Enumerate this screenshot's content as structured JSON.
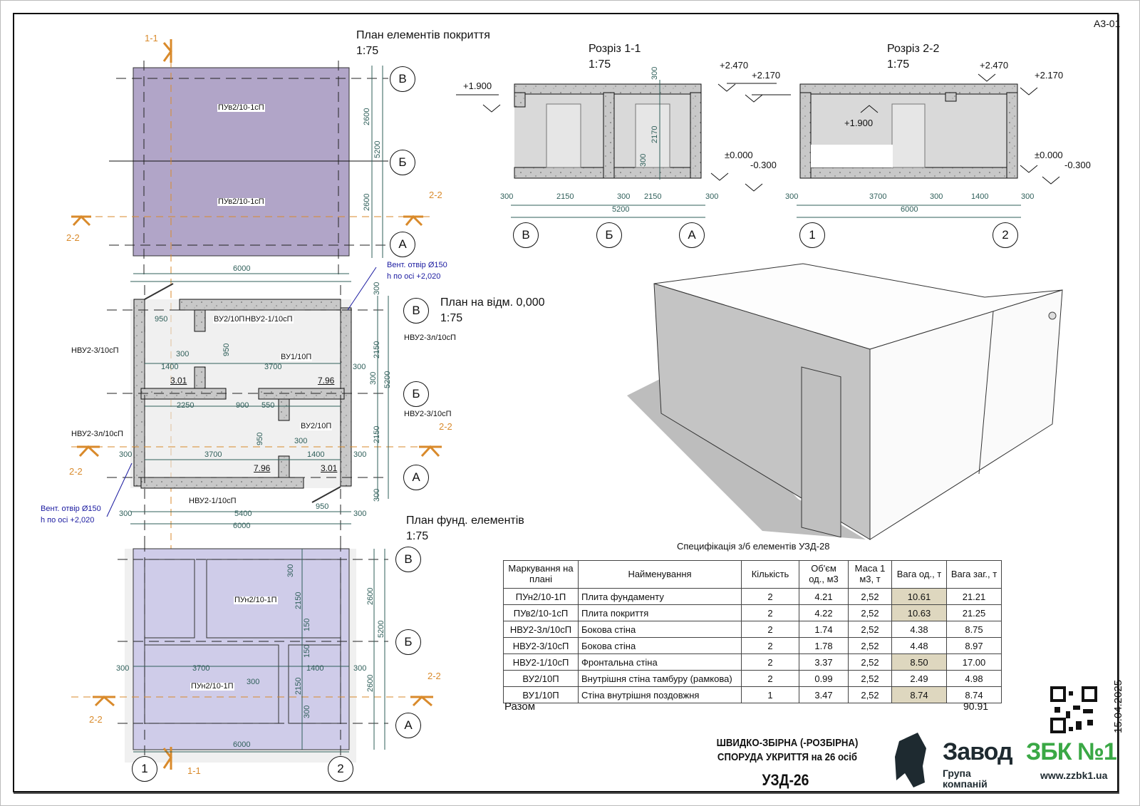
{
  "sheet_id": "А3-01",
  "colors": {
    "roof_plate": "#b1a5c8",
    "foundation_plate": "#cfcce9",
    "concrete": "#c8c8c8",
    "cut_line": "#d98a2b",
    "dimension": "#2f5f5a",
    "note": "#1a1aa0",
    "highlight": "#ded7bf",
    "brand_green": "#3aa845",
    "brand_dark": "#1e2a30"
  },
  "roof_plan": {
    "title": "План елементів покриття",
    "scale": "1:75",
    "plates": [
      "ПУв2/10-1сП",
      "ПУв2/10-1сП"
    ],
    "dims": {
      "width": "6000",
      "upper": "2600",
      "lower": "2600",
      "total": "5200"
    },
    "axes": [
      "В",
      "Б",
      "А"
    ],
    "cuts": {
      "c11": "1-1",
      "c22a": "2-2",
      "c22b": "2-2"
    }
  },
  "floor_plan": {
    "title": "План на відм. 0,000",
    "scale": "1:75",
    "vent_note_top": [
      "Вент. отвір Ø150",
      "h по осі +2,020"
    ],
    "vent_note_bottom": [
      "Вент. отвір Ø150",
      "h по осі +2,020"
    ],
    "walls": {
      "front_top": "НВУ2-1/10сП",
      "front_bottom": "НВУ2-1/10сП",
      "left_top": "НВУ2-3/10сП",
      "left_bottom": "НВУ2-3л/10сП",
      "right_top": "НВУ2-3л/10сП",
      "right_bottom": "НВУ2-3/10сП",
      "inner_top": "ВУ2/10П",
      "inner_bottom": "ВУ2/10П",
      "longitudinal": "ВУ1/10П"
    },
    "areas": [
      "3.01",
      "7.96",
      "7.96",
      "3.01"
    ],
    "dims": {
      "d950a": "950",
      "d950b": "950",
      "d950c": "950",
      "d950d": "950",
      "d300a": "300",
      "d1400a": "1400",
      "d3700a": "3700",
      "d300b": "300",
      "d2250": "2250",
      "d900": "900",
      "d550": "550",
      "d300c": "300",
      "d3700b": "3700",
      "d300d": "300",
      "d1400b": "1400",
      "d300e": "300",
      "b300a": "300",
      "b5400": "5400",
      "b300b": "300",
      "b6000": "6000",
      "t6000": "6000",
      "r300a": "300",
      "r2150a": "2150",
      "r300b": "300",
      "r5200": "5200",
      "r2150b": "2150",
      "r300c": "300"
    },
    "axes": [
      "В",
      "Б",
      "А"
    ],
    "cuts": {
      "c22a": "2-2",
      "c22b": "2-2"
    }
  },
  "foundation_plan": {
    "title": "План фунд. елементів",
    "scale": "1:75",
    "plates": [
      "ПУн2/10-1П",
      "ПУн2/10-1П"
    ],
    "dims": {
      "v300a": "300",
      "v2150a": "2150",
      "v150a": "150",
      "v150b": "150",
      "v2150b": "2150",
      "v300b": "300",
      "h300a": "300",
      "h3700": "3700",
      "h300b": "300",
      "h1400": "1400",
      "h300c": "300",
      "width": "6000",
      "upper": "2600",
      "lower": "2600",
      "total": "5200"
    },
    "axes_rows": [
      "В",
      "Б",
      "А"
    ],
    "axes_cols": [
      "1",
      "2"
    ],
    "cuts": {
      "c11": "1-1",
      "c22a": "2-2",
      "c22b": "2-2"
    }
  },
  "section_1": {
    "title": "Розріз 1-1",
    "scale": "1:75",
    "levels": {
      "l1900": "+1.900",
      "l2470": "+2.470",
      "l2170": "+2.170",
      "l0": "±0.000",
      "lm300": "-0.300"
    },
    "dims": {
      "v300a": "300",
      "v2170": "2170",
      "v300b": "300",
      "h300a": "300",
      "h2150a": "2150",
      "h300b": "300",
      "h2150b": "2150",
      "h300c": "300",
      "total": "5200"
    },
    "axes": [
      "В",
      "Б",
      "А"
    ]
  },
  "section_2": {
    "title": "Розріз 2-2",
    "scale": "1:75",
    "levels": {
      "l2470": "+2.470",
      "l2170": "+2.170",
      "l1900": "+1.900",
      "l0": "±0.000",
      "lm300": "-0.300"
    },
    "dims": {
      "h300a": "300",
      "h3700": "3700",
      "h300b": "300",
      "h1400": "1400",
      "h300c": "300",
      "total": "6000"
    },
    "axes": [
      "1",
      "2"
    ]
  },
  "spec_table": {
    "title": "Специфікація з/б елементів УЗД-28",
    "headers": [
      "Маркування на плані",
      "Найменування",
      "Кількість",
      "Об'єм од., м3",
      "Маса 1 м3, т",
      "Вага од., т",
      "Вага заг., т"
    ],
    "rows": [
      {
        "mark": "ПУн2/10-1П",
        "name": "Плита фундаменту",
        "qty": "2",
        "vol": "4.21",
        "dens": "2,52",
        "unit_w": "10.61",
        "total_w": "21.21",
        "highlight": true
      },
      {
        "mark": "ПУв2/10-1сП",
        "name": "Плита покриття",
        "qty": "2",
        "vol": "4.22",
        "dens": "2,52",
        "unit_w": "10.63",
        "total_w": "21.25",
        "highlight": true
      },
      {
        "mark": "НВУ2-3л/10сП",
        "name": "Бокова стіна",
        "qty": "2",
        "vol": "1.74",
        "dens": "2,52",
        "unit_w": "4.38",
        "total_w": "8.75",
        "highlight": false
      },
      {
        "mark": "НВУ2-3/10сП",
        "name": "Бокова стіна",
        "qty": "2",
        "vol": "1.78",
        "dens": "2,52",
        "unit_w": "4.48",
        "total_w": "8.97",
        "highlight": false
      },
      {
        "mark": "НВУ2-1/10сП",
        "name": "Фронтальна стіна",
        "qty": "2",
        "vol": "3.37",
        "dens": "2,52",
        "unit_w": "8.50",
        "total_w": "17.00",
        "highlight": true
      },
      {
        "mark": "ВУ2/10П",
        "name": "Внутрішня стіна тамбуру (рамкова)",
        "qty": "2",
        "vol": "0.99",
        "dens": "2,52",
        "unit_w": "2.49",
        "total_w": "4.98",
        "highlight": false
      },
      {
        "mark": "ВУ1/10П",
        "name": "Стіна внутрішня поздовжня",
        "qty": "1",
        "vol": "3.47",
        "dens": "2,52",
        "unit_w": "8.74",
        "total_w": "8.74",
        "highlight": true
      }
    ],
    "total_label": "Разом",
    "total_value": "90.91"
  },
  "stamp": {
    "title_line1": "ШВИДКО-ЗБІРНА (-РОЗБІРНА)",
    "title_line2": "СПОРУДА УКРИТТЯ на 26 осіб",
    "code": "УЗД-26",
    "brand_part1": "Завод",
    "brand_part2": "ЗБК №1",
    "brand_sub1": "Група",
    "brand_sub2": "компаній",
    "url": "www.zzbk1.ua",
    "date": "15.04.2025"
  },
  "watermark_text": "Завод ЗБК №1"
}
